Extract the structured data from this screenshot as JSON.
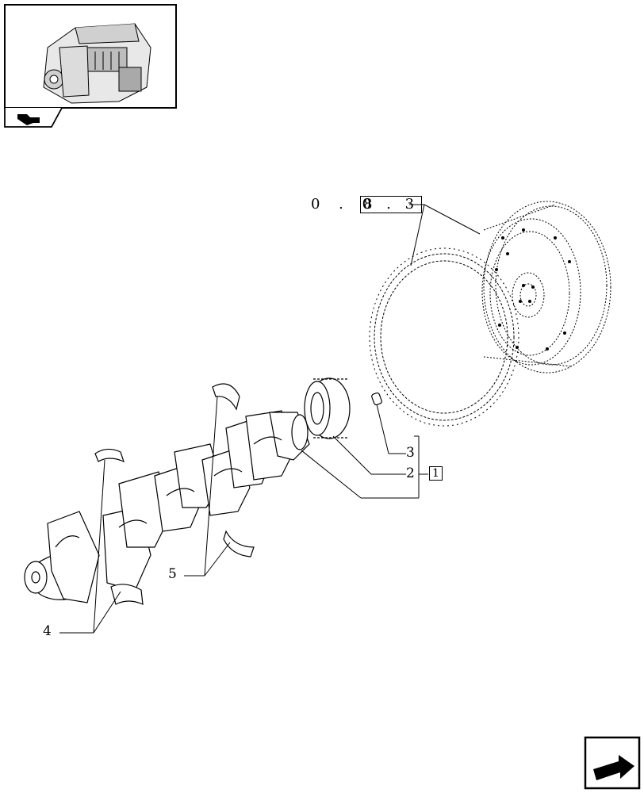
{
  "reference": {
    "prefix": "0 . 0",
    "boxed": "8 . 3"
  },
  "callouts": {
    "c1": "1",
    "c2": "2",
    "c3": "3",
    "c4": "4",
    "c5": "5"
  },
  "icons": {
    "thumbnail": "engine-thumbnail-icon",
    "section": "section-arrow-icon",
    "next": "next-page-arrow-icon"
  }
}
